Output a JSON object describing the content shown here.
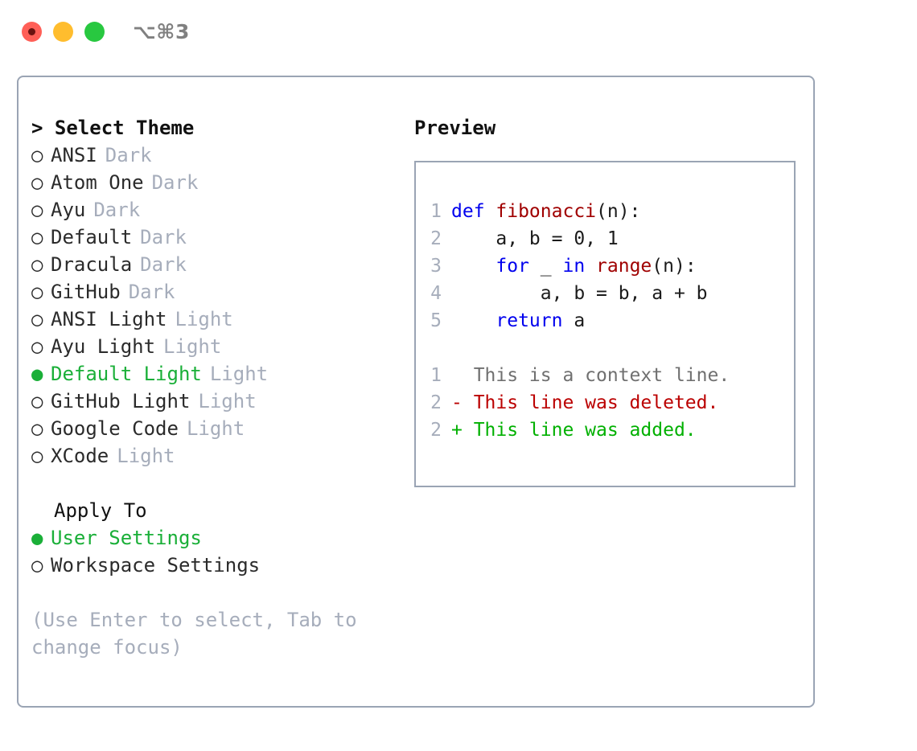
{
  "titlebar": {
    "shortcut": "⌥⌘3",
    "buttons": [
      {
        "name": "close",
        "color": "#ff5f57"
      },
      {
        "name": "minimize",
        "color": "#ffbd2e"
      },
      {
        "name": "zoom",
        "color": "#28c840"
      }
    ]
  },
  "theme_panel": {
    "heading": "> Select Theme",
    "items": [
      {
        "marker": "○",
        "label": "ANSI",
        "tag": "Dark",
        "selected": false
      },
      {
        "marker": "○",
        "label": "Atom One",
        "tag": "Dark",
        "selected": false
      },
      {
        "marker": "○",
        "label": "Ayu",
        "tag": "Dark",
        "selected": false
      },
      {
        "marker": "○",
        "label": "Default",
        "tag": "Dark",
        "selected": false
      },
      {
        "marker": "○",
        "label": "Dracula",
        "tag": "Dark",
        "selected": false
      },
      {
        "marker": "○",
        "label": "GitHub",
        "tag": "Dark",
        "selected": false
      },
      {
        "marker": "○",
        "label": "ANSI Light",
        "tag": "Light",
        "selected": false
      },
      {
        "marker": "○",
        "label": "Ayu Light",
        "tag": "Light",
        "selected": false
      },
      {
        "marker": "●",
        "label": "Default Light",
        "tag": "Light",
        "selected": true
      },
      {
        "marker": "○",
        "label": "GitHub Light",
        "tag": "Light",
        "selected": false
      },
      {
        "marker": "○",
        "label": "Google Code",
        "tag": "Light",
        "selected": false
      },
      {
        "marker": "○",
        "label": "XCode",
        "tag": "Light",
        "selected": false
      }
    ]
  },
  "apply_to": {
    "heading": "Apply To",
    "items": [
      {
        "marker": "●",
        "label": "User Settings",
        "selected": true
      },
      {
        "marker": "○",
        "label": "Workspace Settings",
        "selected": false
      }
    ]
  },
  "hint": "(Use Enter to select, Tab to change focus)",
  "preview": {
    "heading": "Preview",
    "code_lines": [
      {
        "num": "1",
        "tokens": [
          {
            "text": "def ",
            "type": "kw"
          },
          {
            "text": "fibonacci",
            "type": "fn"
          },
          {
            "text": "(n):",
            "type": "plain"
          }
        ]
      },
      {
        "num": "2",
        "tokens": [
          {
            "text": "    a, b = 0, 1",
            "type": "plain"
          }
        ]
      },
      {
        "num": "3",
        "tokens": [
          {
            "text": "    ",
            "type": "plain"
          },
          {
            "text": "for",
            "type": "kw"
          },
          {
            "text": " _ ",
            "type": "plain"
          },
          {
            "text": "in",
            "type": "kw"
          },
          {
            "text": " ",
            "type": "plain"
          },
          {
            "text": "range",
            "type": "fn"
          },
          {
            "text": "(n):",
            "type": "plain"
          }
        ]
      },
      {
        "num": "4",
        "tokens": [
          {
            "text": "        a, b = b, a + b",
            "type": "plain"
          }
        ]
      },
      {
        "num": "5",
        "tokens": [
          {
            "text": "    ",
            "type": "plain"
          },
          {
            "text": "return",
            "type": "kw"
          },
          {
            "text": " a",
            "type": "plain"
          }
        ]
      }
    ],
    "diff_lines": [
      {
        "num": "1",
        "text": "  This is a context line.",
        "type": "ctx"
      },
      {
        "num": "2",
        "text": "- This line was deleted.",
        "type": "del"
      },
      {
        "num": "2",
        "text": "+ This line was added.",
        "type": "add"
      }
    ]
  },
  "colors": {
    "accent_green": "#1aaf38",
    "border": "#9aa4b4",
    "muted": "#a6adbb",
    "keyword_blue": "#0000ee",
    "function_red": "#a00000",
    "diff_add": "#00b000",
    "diff_del": "#bb0000",
    "diff_ctx": "#707070"
  }
}
